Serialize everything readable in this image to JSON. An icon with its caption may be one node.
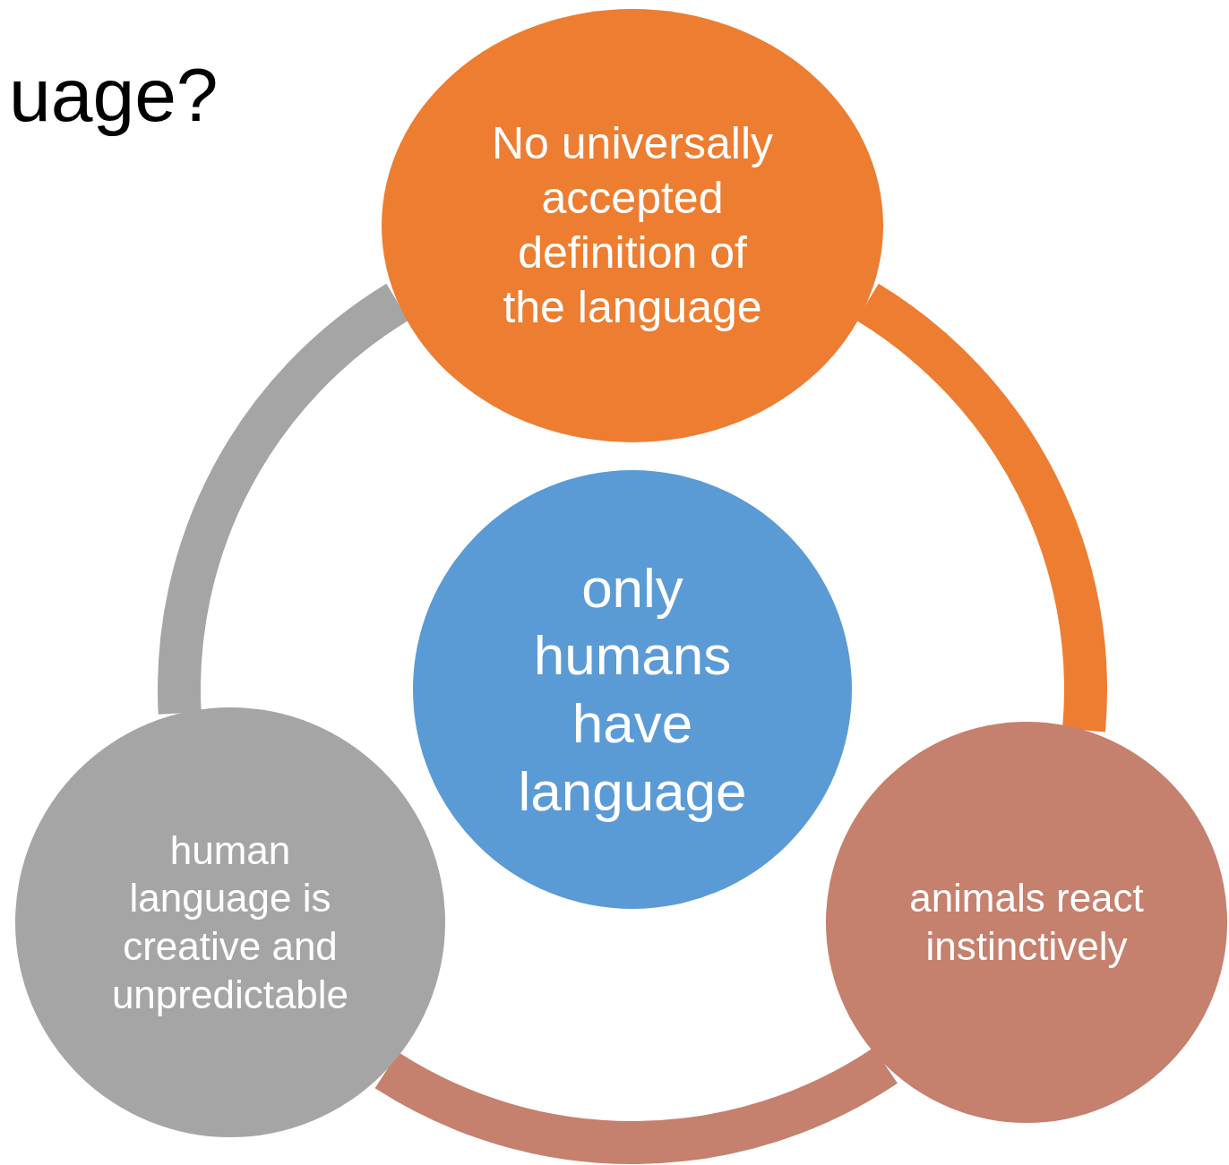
{
  "diagram": {
    "title": "uage?",
    "nodes": [
      {
        "text": [
          "No universally accepted definition of the language"
        ]
      },
      {
        "text": [
          "only humans have language"
        ]
      },
      {
        "text": [
          "animals react instinctively"
        ]
      },
      {
        "text": [
          "human language is creative and unpredictable"
        ]
      }
    ],
    "edges": [
      {
        "from": 0,
        "to": 2,
        "arrow": "none",
        "color": "#ed7d31"
      },
      {
        "from": 2,
        "to": 3,
        "arrow": "none",
        "color": "#c5806e"
      },
      {
        "from": 3,
        "to": 0,
        "arrow": "none",
        "color": "#a5a5a5"
      }
    ]
  }
}
